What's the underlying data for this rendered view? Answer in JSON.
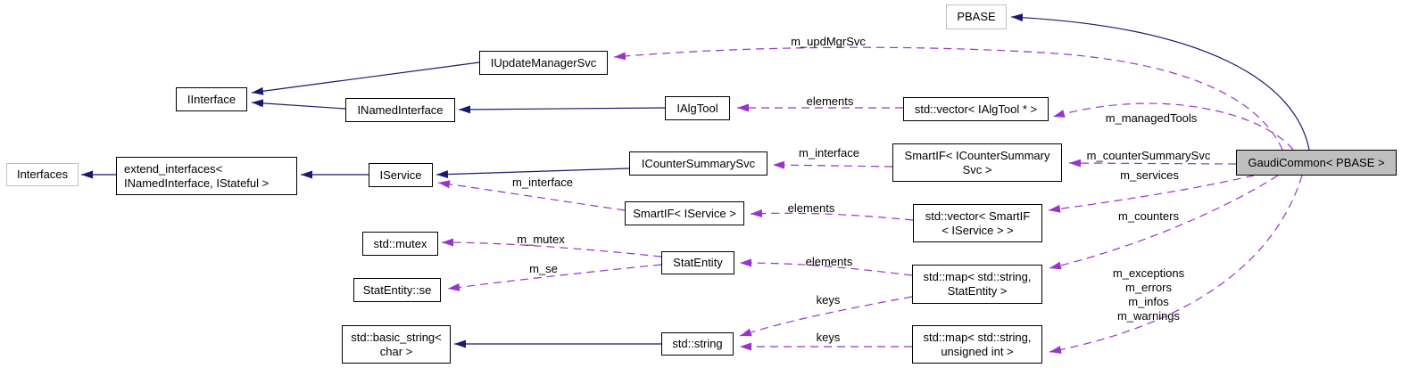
{
  "diagram": {
    "type": "doxygen-collaboration-graph",
    "main_class": "GaudiCommon< PBASE >",
    "colors": {
      "inheritance_edge": "#191970",
      "usage_edge": "#9a32cd",
      "main_node_fill": "#bfbfbf",
      "undocumented_node_border": "#c0c0c0",
      "node_border": "#000000",
      "background": "#ffffff"
    },
    "nodes": {
      "pbase": {
        "label": "PBASE"
      },
      "iupdatemanagersvc": {
        "label": "IUpdateManagerSvc"
      },
      "iinterface": {
        "label": "IInterface"
      },
      "inamedinterface": {
        "label": "INamedInterface"
      },
      "ialgtool": {
        "label": "IAlgTool"
      },
      "vec_ialgtool": {
        "label": "std::vector< IAlgTool * >"
      },
      "interfaces": {
        "label": "Interfaces"
      },
      "extend_interfaces": {
        "line1": "extend_interfaces<",
        "line2": "INamedInterface, IStateful >"
      },
      "iservice": {
        "label": "IService"
      },
      "icountersummarysvc": {
        "label": "ICounterSummarySvc"
      },
      "smartif_icountersummarysvc": {
        "line1": "SmartIF< ICounterSummary",
        "line2": "Svc >"
      },
      "smartif_iservice": {
        "label": "SmartIF< IService >"
      },
      "vec_smartif_iservice": {
        "line1": "std::vector< SmartIF",
        "line2": "< IService > >"
      },
      "std_mutex": {
        "label": "std::mutex"
      },
      "statentity": {
        "label": "StatEntity"
      },
      "statentity_se": {
        "label": "StatEntity::se"
      },
      "map_statentity": {
        "line1": "std::map< std::string,",
        "line2": "StatEntity >"
      },
      "std_basic_string": {
        "line1": "std::basic_string<",
        "line2": "char >"
      },
      "std_string": {
        "label": "std::string"
      },
      "map_unsigned_int": {
        "line1": "std::map< std::string,",
        "line2": "unsigned int >"
      },
      "gaudicommon": {
        "label": "GaudiCommon< PBASE >"
      }
    },
    "labels": {
      "upd": "m_updMgrSvc",
      "elements_algtool": "elements",
      "managed": "m_managedTools",
      "iface_counter": "m_interface",
      "countersvc": "m_counterSummarySvc",
      "services": "m_services",
      "iface_service": "m_interface",
      "elements_smartif": "elements",
      "counters": "m_counters",
      "mutex": "m_mutex",
      "elements_stat": "elements",
      "se": "m_se",
      "keys_stat": "keys",
      "keys_uint": "keys",
      "exceptions": [
        "m_exceptions",
        "m_errors",
        "m_infos",
        "m_warnings"
      ]
    }
  }
}
